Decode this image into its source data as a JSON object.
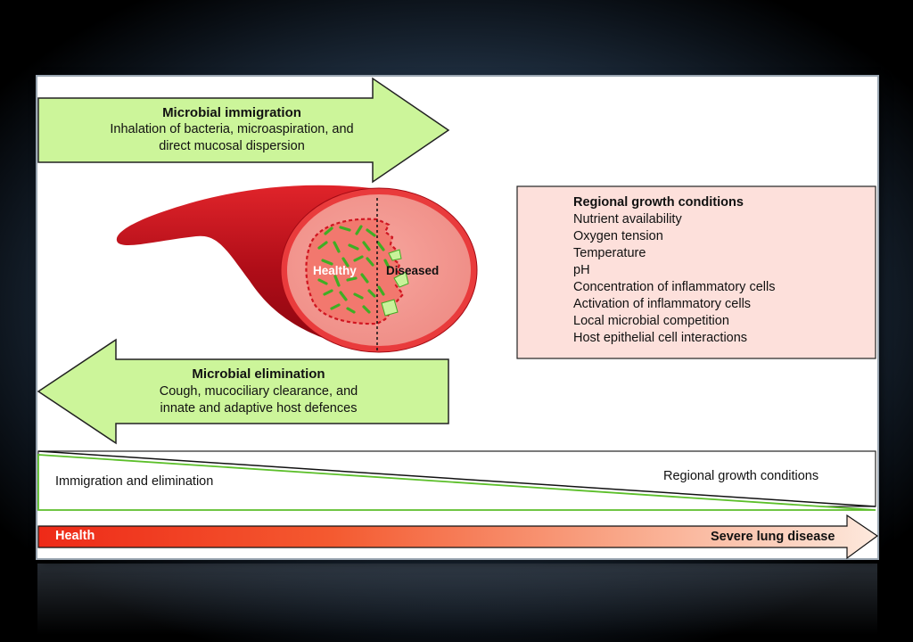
{
  "immigration": {
    "title": "Microbial immigration",
    "line1": "Inhalation of bacteria, microaspiration, and",
    "line2": "direct mucosal dispersion"
  },
  "elimination": {
    "title": "Microbial elimination",
    "line1": "Cough, mucociliary clearance, and",
    "line2": "innate and adaptive host defences"
  },
  "airway": {
    "healthy_label": "Healthy",
    "diseased_label": "Diseased"
  },
  "growth_box": {
    "title": "Regional growth conditions",
    "items": [
      "Nutrient availability",
      "Oxygen tension",
      "Temperature",
      "pH",
      "Concentration of inflammatory cells",
      "Activation of inflammatory cells",
      "Local microbial competition",
      "Host epithelial cell interactions"
    ]
  },
  "balance": {
    "left_label": "Immigration and elimination",
    "right_label": "Regional growth conditions"
  },
  "spectrum": {
    "left_label": "Health",
    "right_label": "Severe lung disease"
  },
  "colors": {
    "arrow_fill": "#ccf59a",
    "box_fill": "#fde0db",
    "airway_red": "#c4101a",
    "bacteria_green": "#4cb82a",
    "gradient_start": "#ef2a1a",
    "gradient_end": "#fde6d8"
  }
}
